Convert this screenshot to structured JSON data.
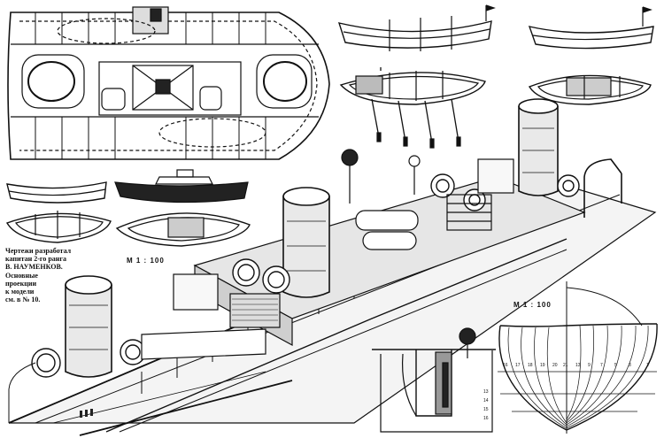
{
  "credit": {
    "lines": [
      "Чертежи разработал",
      "капитан 2-го ранга",
      "В. НАУМЕНКОВ.",
      "Основные",
      "проекции",
      "к модели",
      "см. в № 10."
    ]
  },
  "scales": {
    "deck": "М 1 : 100",
    "body_plan": "М 1 : 100"
  },
  "station_numbers": {
    "row": [
      "16",
      "17",
      "18",
      "19",
      "20",
      "21",
      "13",
      "9",
      "7",
      "5",
      "3",
      "1"
    ],
    "column": [
      "13",
      "14",
      "15",
      "16"
    ]
  },
  "colors": {
    "ink": "#111111",
    "paper": "#ffffff"
  }
}
